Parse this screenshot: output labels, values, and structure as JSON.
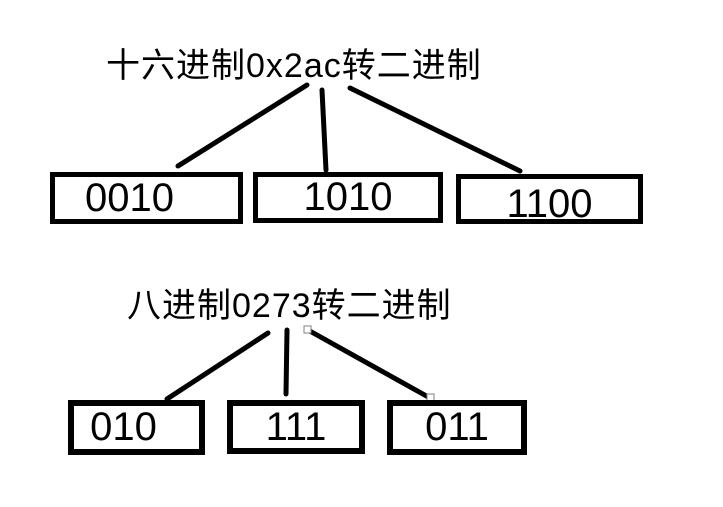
{
  "diagram": {
    "hex_section": {
      "title": "十六进制0x2ac转二进制",
      "boxes": [
        "0010",
        "1010",
        "1100"
      ]
    },
    "octal_section": {
      "title": "八进制0273转二进制",
      "boxes": [
        "010",
        "111",
        "011"
      ]
    },
    "colors": {
      "ink": "#000000",
      "background": "#ffffff",
      "handle_border": "#808080"
    }
  }
}
